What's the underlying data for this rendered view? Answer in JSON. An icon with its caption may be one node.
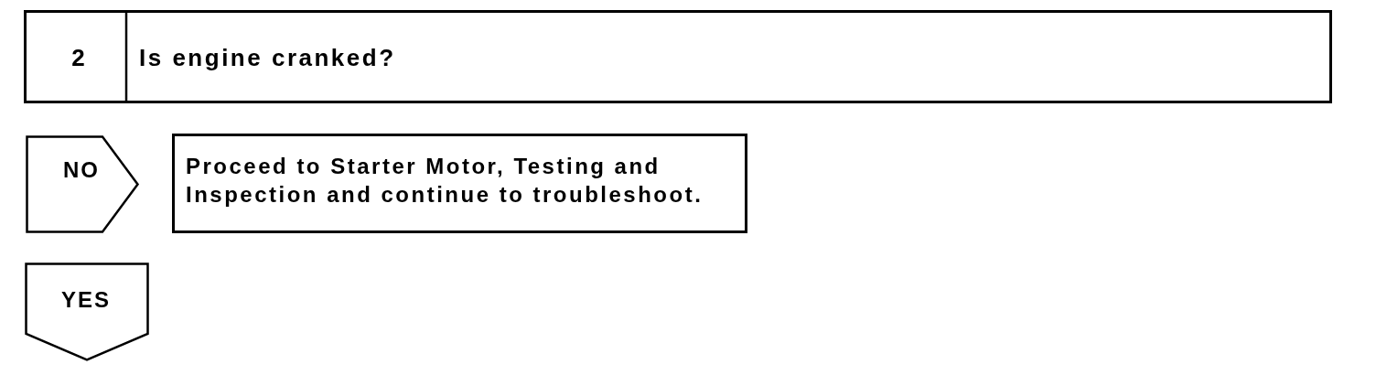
{
  "diagram": {
    "nodes": [
      {
        "text": [
          "2",
          "Is engine cranked?"
        ]
      },
      {
        "text": [
          "NO"
        ]
      },
      {
        "text": [
          "Proceed to Starter Motor, Testing and Inspection and continue to troubleshoot."
        ]
      },
      {
        "text": [
          "YES"
        ]
      }
    ]
  }
}
